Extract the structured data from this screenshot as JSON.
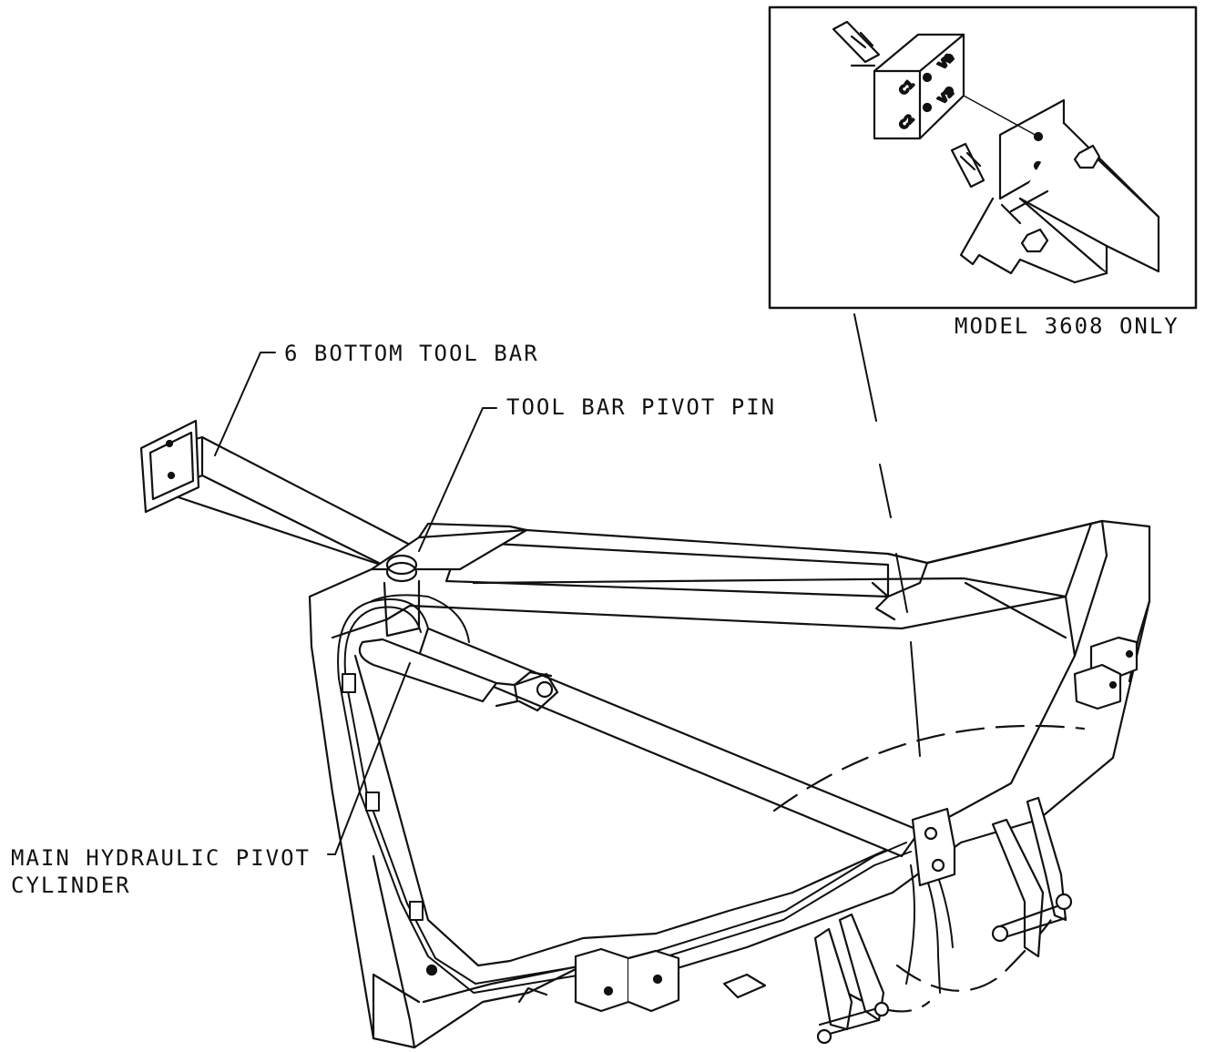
{
  "colors": {
    "ink": "#111111",
    "paper": "#ffffff"
  },
  "labels": {
    "tool_bar": "6 BOTTOM TOOL BAR",
    "pivot_pin": "TOOL BAR PIVOT PIN",
    "hydraulic_line1": "MAIN HYDRAULIC PIVOT",
    "hydraulic_line2": "CYLINDER",
    "model_note": "MODEL 3608 ONLY"
  },
  "inset": {
    "port_c1": "C1",
    "port_c2": "C2",
    "port_v1": "V1",
    "port_v2": "V2"
  }
}
